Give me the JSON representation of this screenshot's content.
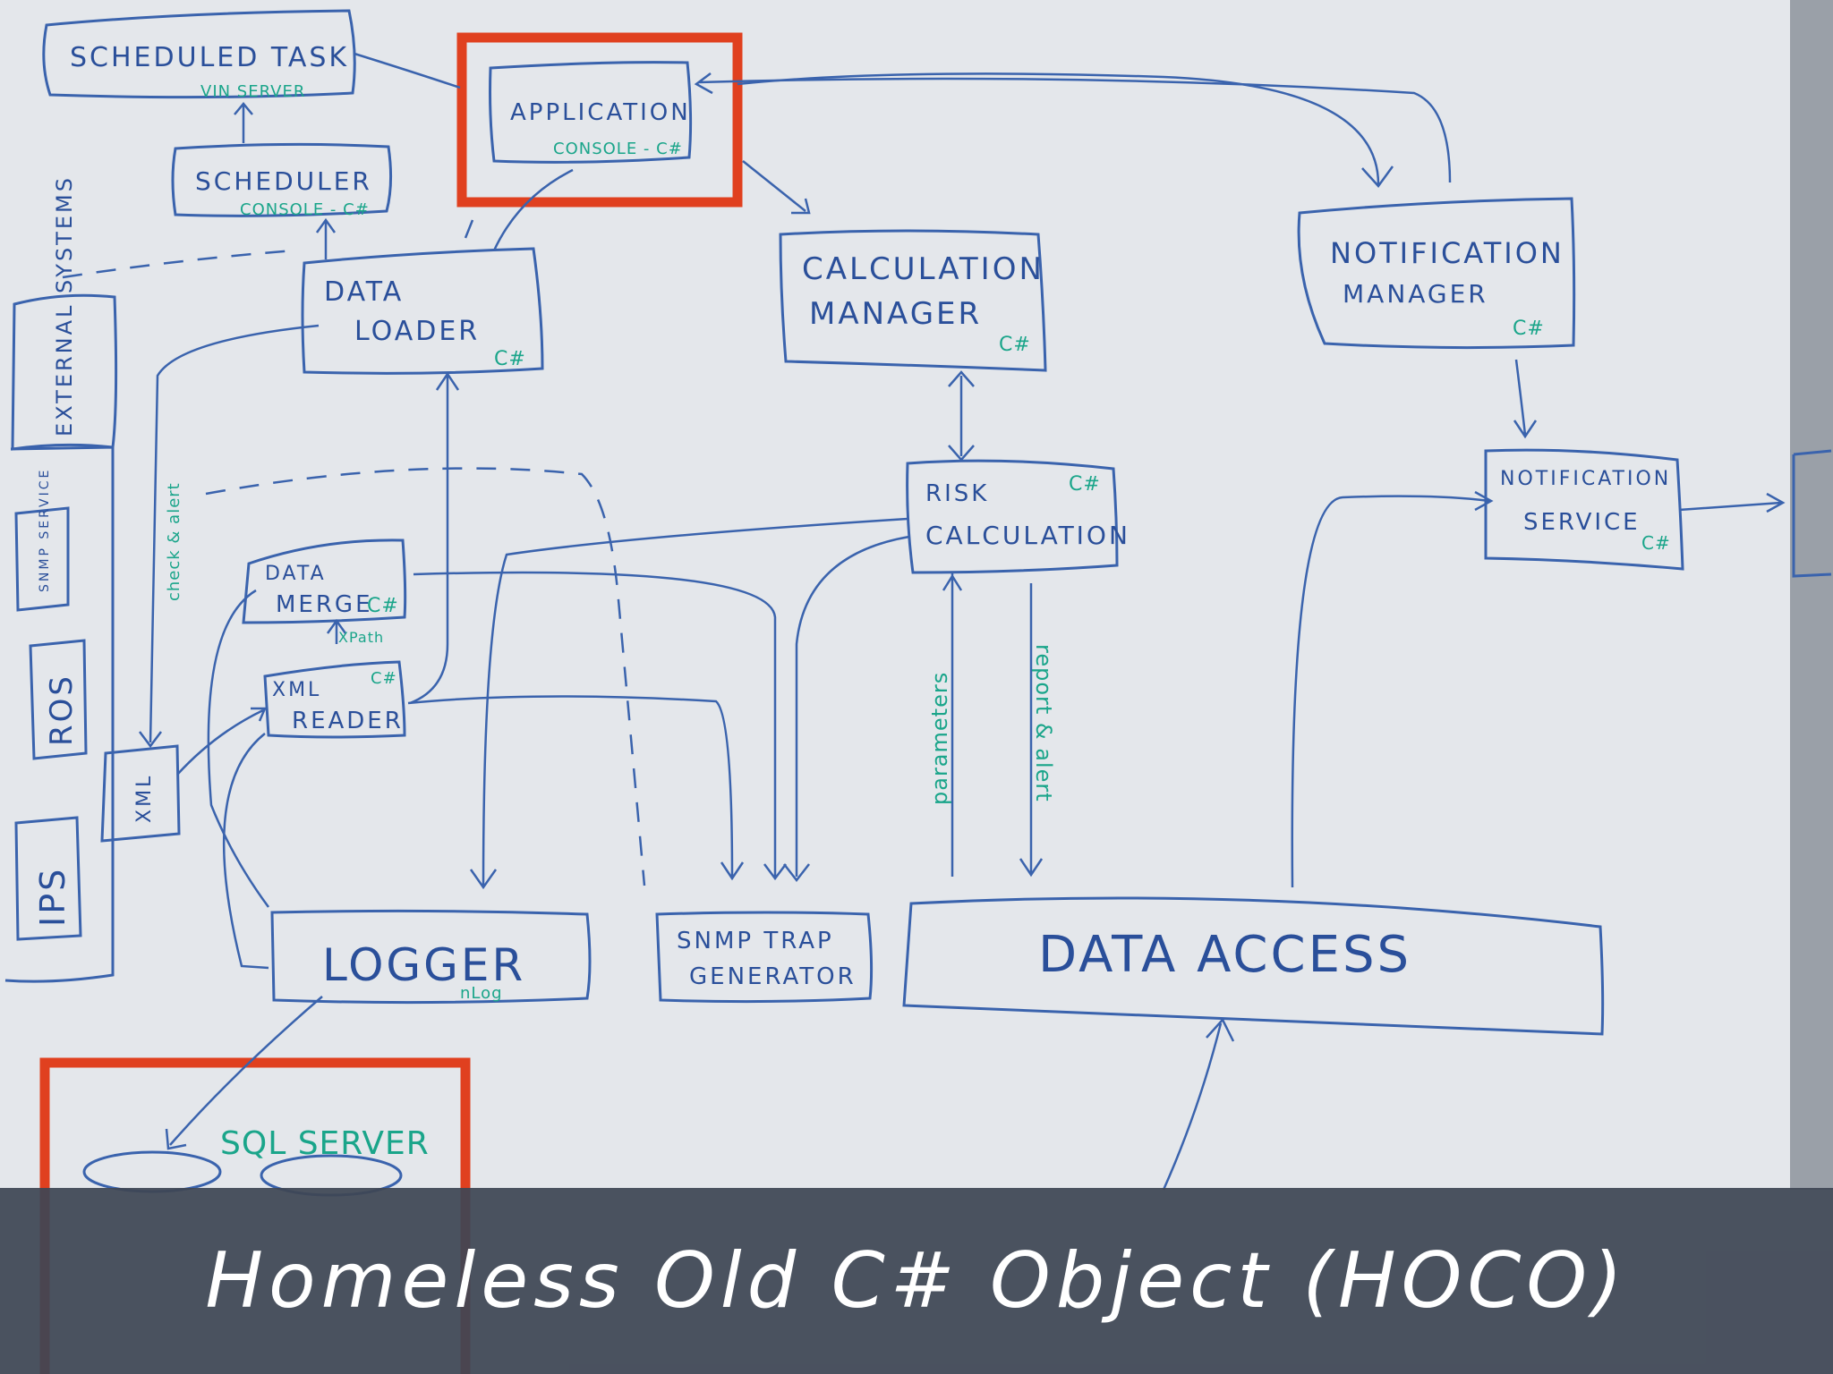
{
  "diagram": {
    "nodes": {
      "scheduled_task": {
        "label": "SCHEDULED TASK",
        "sub": "VIN SERVER"
      },
      "application": {
        "label": "APPLICATION",
        "lang": "CONSOLE - C#"
      },
      "scheduler": {
        "label": "SCHEDULER",
        "lang": "CONSOLE - C#"
      },
      "data_loader": {
        "label1": "DATA",
        "label2": "LOADER",
        "lang": "C#"
      },
      "calc_manager": {
        "label1": "CALCULATION",
        "label2": "MANAGER",
        "lang": "C#"
      },
      "notif_manager": {
        "label1": "NOTIFICATION",
        "label2": "MANAGER",
        "lang": "C#"
      },
      "external_systems": {
        "label": "EXTERNAL SYSTEMS"
      },
      "snmp_service": {
        "label": "SNMP SERVICE"
      },
      "ros": {
        "label": "ROS"
      },
      "ips": {
        "label": "IPS"
      },
      "xml": {
        "label": "XML"
      },
      "data_merge": {
        "label1": "DATA",
        "label2": "MERGE",
        "lang": "C#"
      },
      "xml_reader": {
        "label1": "XML",
        "label2": "READER",
        "lang": "C#"
      },
      "risk_calc": {
        "label1": "RISK",
        "label2": "CALCULATION",
        "lang": "C#"
      },
      "notif_service": {
        "label1": "NOTIFICATION",
        "label2": "SERVICE",
        "lang": "C#"
      },
      "logger": {
        "label": "LOGGER",
        "lang": "nLog"
      },
      "snmp_trap": {
        "label1": "SNMP TRAP",
        "label2": "GENERATOR"
      },
      "data_access": {
        "label": "DATA ACCESS"
      },
      "sql_server": {
        "label": "SQL SERVER"
      }
    },
    "edge_labels": {
      "check": "check & alert",
      "xpath": "XPath",
      "params": "parameters",
      "report": "report & alert"
    }
  },
  "caption": "Homeless Old C# Object (HOCO)"
}
